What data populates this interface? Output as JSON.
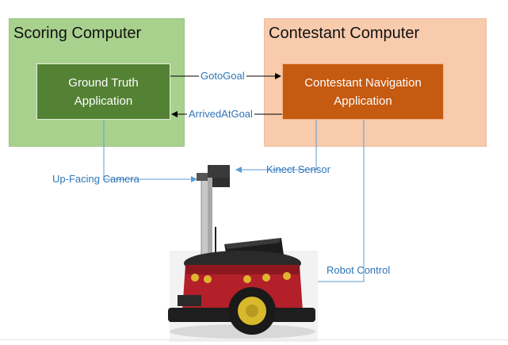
{
  "panels": {
    "scoring": {
      "title": "Scoring Computer",
      "color": "#a9d18e"
    },
    "contestant": {
      "title": "Contestant Computer",
      "color": "#f8cbad"
    }
  },
  "apps": {
    "ground_truth": {
      "line1": "Ground Truth",
      "line2": "Application",
      "color": "#548235"
    },
    "contestant_nav": {
      "line1": "Contestant Navigation",
      "line2": "Application",
      "color": "#c55a11"
    }
  },
  "messages": {
    "goto_goal": "GotoGoal",
    "arrived_at_goal": "ArrivedAtGoal"
  },
  "connections": {
    "up_facing_camera": "Up-Facing Camera",
    "kinect_sensor": "Kinect Sensor",
    "robot_control": "Robot Control"
  },
  "colors": {
    "connector_blue": "#5b9bd5",
    "label_blue": "#2e75b6",
    "message_arrow": "#000000"
  }
}
